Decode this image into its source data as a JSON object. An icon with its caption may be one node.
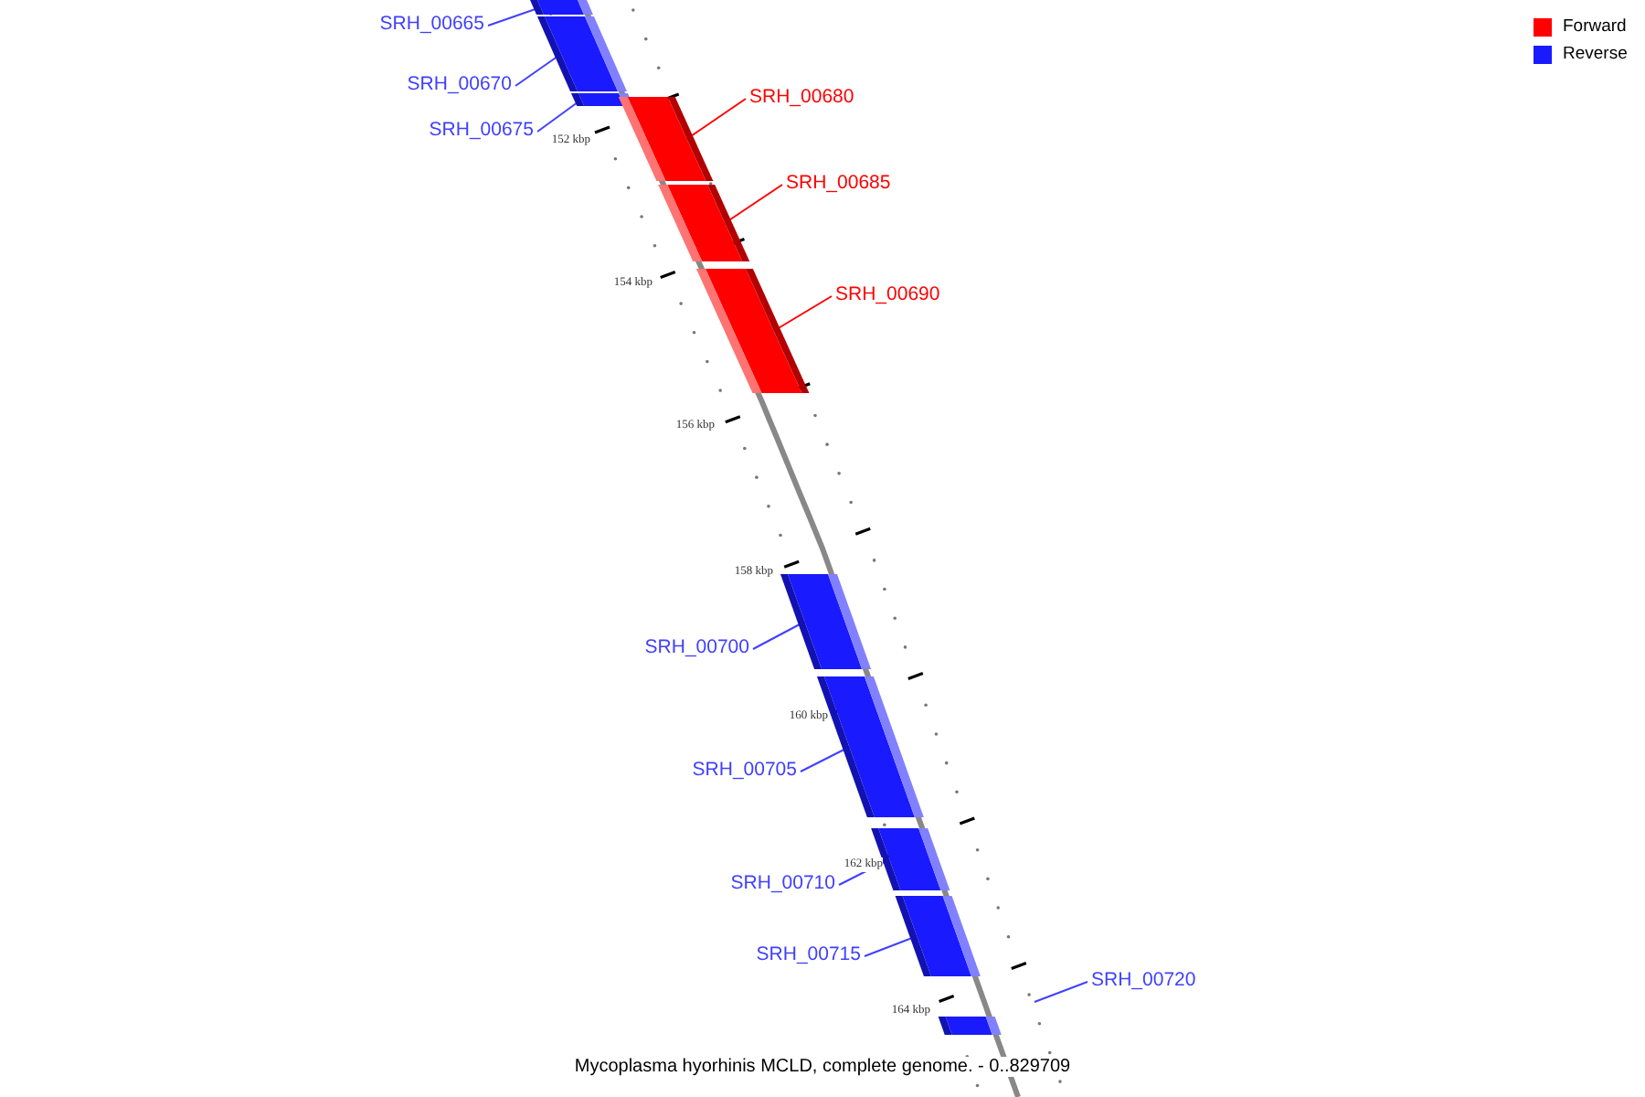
{
  "diagram": {
    "caption": "Mycoplasma hyorhinis MCLD, complete genome. - 0..829709",
    "nodes": [
      {
        "text": [
          "SRH_00665"
        ]
      },
      {
        "text": [],
        "shape": "bar"
      },
      {
        "text": [
          "SRH_00670"
        ]
      },
      {
        "text": [],
        "shape": "bar"
      },
      {
        "text": [
          "SRH_00675"
        ]
      },
      {
        "text": [],
        "shape": "bar"
      },
      {
        "text": [],
        "shape": "bar"
      },
      {
        "text": [
          "SRH_00680"
        ]
      },
      {
        "text": [],
        "shape": "bar"
      },
      {
        "text": [
          "SRH_00685"
        ]
      },
      {
        "text": [],
        "shape": "bar"
      },
      {
        "text": [
          "SRH_00690"
        ]
      },
      {
        "text": [
          "SRH_00700"
        ]
      },
      {
        "text": [],
        "shape": "bar"
      },
      {
        "text": [
          "SRH_00705"
        ]
      },
      {
        "text": [],
        "shape": "bar"
      },
      {
        "text": [
          "SRH_00710"
        ]
      },
      {
        "text": [],
        "shape": "bar"
      },
      {
        "text": [
          "SRH_00715"
        ]
      },
      {
        "text": [],
        "shape": "bar"
      },
      {
        "text": [
          "SRH_00720"
        ]
      },
      {
        "text": [],
        "shape": "bar"
      }
    ],
    "edges": [
      {
        "from": 0,
        "to": 1,
        "arrow": "none"
      },
      {
        "from": 2,
        "to": 3,
        "arrow": "none"
      },
      {
        "from": 4,
        "to": 5,
        "arrow": "none"
      },
      {
        "from": 7,
        "to": 6,
        "arrow": "none",
        "color": "#ff0000"
      },
      {
        "from": 9,
        "to": 8,
        "arrow": "none",
        "color": "#ff0000"
      },
      {
        "from": 11,
        "to": 10,
        "arrow": "none",
        "color": "#ff0000"
      },
      {
        "from": 12,
        "to": 13,
        "arrow": "none"
      },
      {
        "from": 14,
        "to": 15,
        "arrow": "none"
      },
      {
        "from": 16,
        "to": 17,
        "arrow": "none"
      },
      {
        "from": 18,
        "to": 19,
        "arrow": "none"
      },
      {
        "from": 20,
        "to": null,
        "arrow": "none"
      }
    ],
    "labels": [
      "152 kbp",
      "154 kbp",
      "156 kbp",
      "158 kbp",
      "160 kbp",
      "162 kbp",
      "164 kbp"
    ],
    "legend": [
      {
        "text": "Forward",
        "color": "#ff0000"
      },
      {
        "text": "Reverse",
        "color": "#1a1aff"
      }
    ]
  }
}
